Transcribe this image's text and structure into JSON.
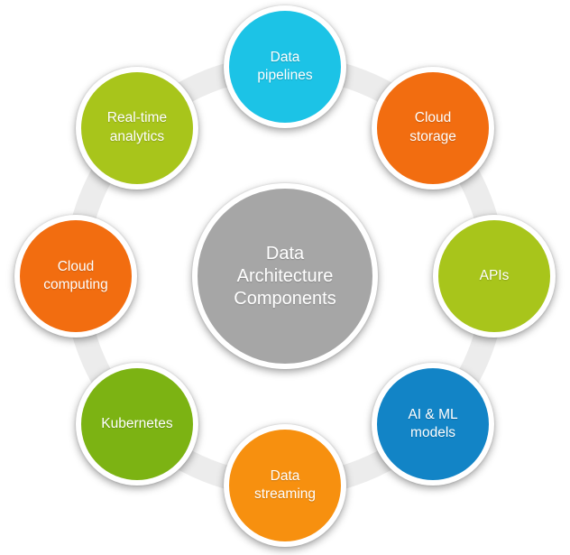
{
  "diagram": {
    "center": {
      "label": "Data\nArchitecture\nComponents",
      "color": "#a6a6a6"
    },
    "nodes": [
      {
        "id": "data-pipelines",
        "label": "Data\npipelines",
        "color": "#1cc3e6"
      },
      {
        "id": "cloud-storage",
        "label": "Cloud\nstorage",
        "color": "#f26d10"
      },
      {
        "id": "apis",
        "label": "APIs",
        "color": "#a8c51b"
      },
      {
        "id": "ai-ml-models",
        "label": "AI & ML\nmodels",
        "color": "#1284c6"
      },
      {
        "id": "data-streaming",
        "label": "Data\nstreaming",
        "color": "#f7900f"
      },
      {
        "id": "kubernetes",
        "label": "Kubernetes",
        "color": "#7cb313"
      },
      {
        "id": "cloud-computing",
        "label": "Cloud\ncomputing",
        "color": "#f26d10"
      },
      {
        "id": "real-time-analytics",
        "label": "Real-time\nanalytics",
        "color": "#a8c51b"
      }
    ],
    "ring_color": "#ececec"
  }
}
